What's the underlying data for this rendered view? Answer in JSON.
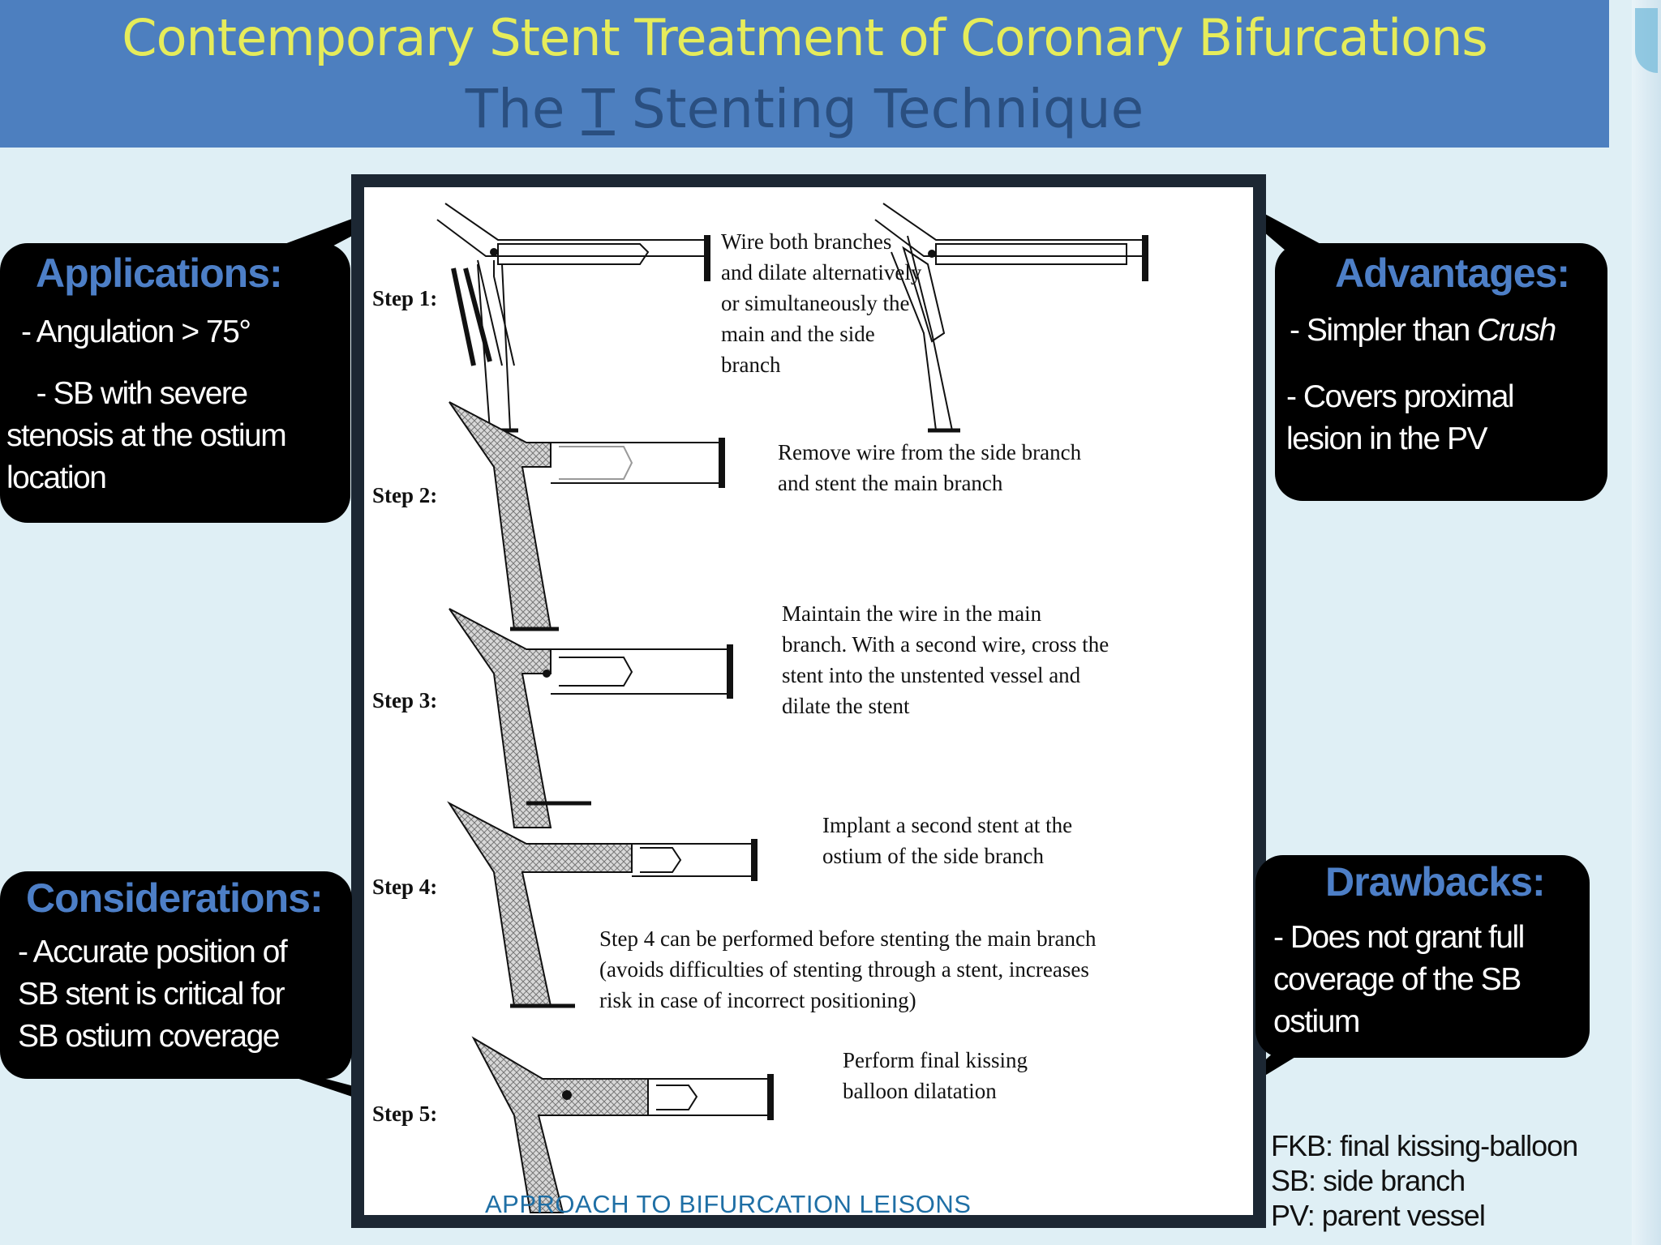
{
  "header": {
    "title": "Contemporary Stent Treatment of Coronary Bifurcations",
    "subtitle_pre": "The ",
    "subtitle_letter": "T",
    "subtitle_post": "  Stenting Technique"
  },
  "steps": [
    {
      "label": "Step 1:",
      "text": "Wire both branches\nand dilate alternatively\nor simultaneously the\nmain and the side\nbranch"
    },
    {
      "label": "Step 2:",
      "text": "Remove wire from the side branch\n      and stent the main branch"
    },
    {
      "label": "Step 3:",
      "text": "Maintain the wire in the main\nbranch. With a second wire, cross the\nstent into the unstented vessel and\ndilate the stent"
    },
    {
      "label": "Step 4:",
      "text": "Implant a second stent at the\nostium of the side branch"
    },
    {
      "label": "",
      "text": "Step 4 can be performed before stenting the main branch\n(avoids  difficulties of stenting through a stent, increases\nrisk in case of  incorrect positioning)"
    },
    {
      "label": "Step 5:",
      "text": "Perform final kissing\n  balloon dilatation"
    }
  ],
  "applications": {
    "title": "Applications:",
    "lines": [
      "- Angulation > 75°",
      "  - SB with severe",
      "stenosis at the ostium",
      "location"
    ]
  },
  "advantages": {
    "title": "Advantages:",
    "line1_pre": "- Simpler than ",
    "line1_em": "Crush",
    "lines": [
      "- Covers proximal",
      "lesion in the PV"
    ]
  },
  "considerations": {
    "title": "Considerations:",
    "lines": [
      "- Accurate position of",
      "SB stent is critical for",
      "SB ostium coverage"
    ]
  },
  "drawbacks": {
    "title": "Drawbacks:",
    "lines": [
      "- Does not grant full",
      "coverage of the SB",
      "ostium"
    ]
  },
  "abbreviations": [
    "FKB: final kissing-balloon",
    "SB: side branch",
    "PV: parent vessel"
  ],
  "footer_caption": "APPROACH TO  BIFURCATION LEISONS"
}
